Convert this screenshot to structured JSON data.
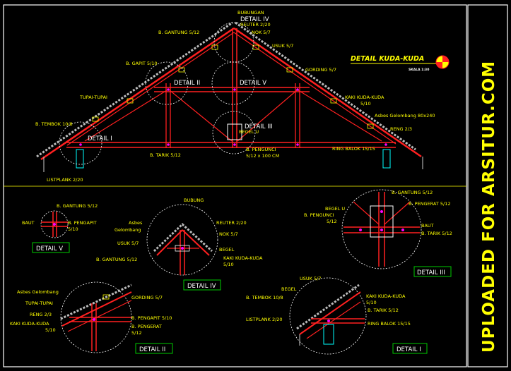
{
  "title": {
    "main": "DETAIL KUDA-KUDA",
    "scale": "SKALA 1:30"
  },
  "watermark": "UPLOADED FOR ARSITUR.COM",
  "colors": {
    "background": "#000000",
    "frame": "#ffffff",
    "label": "#ffff00",
    "member": "#ff2020",
    "circle": "#ffffff",
    "box": "#00cc00",
    "accent": "#ff00ff"
  },
  "main_truss": {
    "labels": {
      "bubungan": "BUBUNGAN",
      "reuter": "REUTER 2/20",
      "nok": "NOK 5/7",
      "usuk": "USUK 5/7",
      "gantung": "B. GANTUNG 5/12",
      "gapit": "B. GAPIT 5/10",
      "gording": "GORDING 5/7",
      "tupai": "TUPAI-TUPAI",
      "kaki": "KAKI KUDA-KUDA",
      "kaki_size": "5/10",
      "asbes": "Asbes Gelombang 80x240",
      "tembok": "B. TEMBOK 10/8",
      "reng": "RENG 2/3",
      "begel": "BEGEL U",
      "pengunci": "B. PENGUNCI",
      "pengunci_size": "5/12 x 100 CM",
      "tarik": "B. TARIK 5/12",
      "ringbalok": "RING BALOK 15/15",
      "listplank": "LISTPLANK 2/20"
    },
    "details": {
      "d1": "DETAIL I",
      "d2": "DETAIL II",
      "d3": "DETAIL III",
      "d4": "DETAIL IV",
      "d5": "DETAIL V"
    }
  },
  "detail_v": {
    "label": "DETAIL V",
    "gantung": "B. GANTUNG 5/12",
    "baut": "BAUT",
    "pengapit": "B. PENGAPIT",
    "pengapit_size": "5/10"
  },
  "detail_iv": {
    "label": "DETAIL IV",
    "bubung": "BUBUNG",
    "asbes": "Asbes",
    "asbes2": "Gelombang",
    "reuter": "REUTER 2/20",
    "nok": "NOK 5/7",
    "usuk": "USUK 5/7",
    "begel": "BEGEL",
    "gantung": "B. GANTUNG 5/12",
    "kaki": "KAKI KUDA-KUDA",
    "kaki_size": "5/10"
  },
  "detail_iii": {
    "label": "DETAIL III",
    "gantung": "B. GANTUNG 5/12",
    "begel": "BEGEL U",
    "pengunci": "B. PENGUNCI",
    "pengunci_size": "5/12",
    "pengerat": "B. PENGERAT 5/12",
    "baut": "BAUT",
    "tarik": "B. TARIK 5/12"
  },
  "detail_ii": {
    "label": "DETAIL II",
    "asbes": "Asbes Gelombang",
    "tupai": "TUPAI-TUPAI",
    "reng": "RENG 2/3",
    "kaki": "KAKI KUDA-KUDA",
    "kaki_size": "5/10",
    "gording": "GORDING 5/7",
    "pengapit": "B. PENGAPIT 5/10",
    "pengerat": "B. PENGERAT",
    "pengerat_size": "5/12"
  },
  "detail_i": {
    "label": "DETAIL I",
    "usuk": "USUK 5/7",
    "begel": "BEGEL",
    "tembok": "B. TEMBOK 10/8",
    "kaki": "KAKI KUDA-KUDA",
    "kaki_size": "5/10",
    "tarik": "B. TARIK 5/12",
    "listplank": "LISTPLANK 2/20",
    "ringbalok": "RING BALOK 15/15"
  }
}
